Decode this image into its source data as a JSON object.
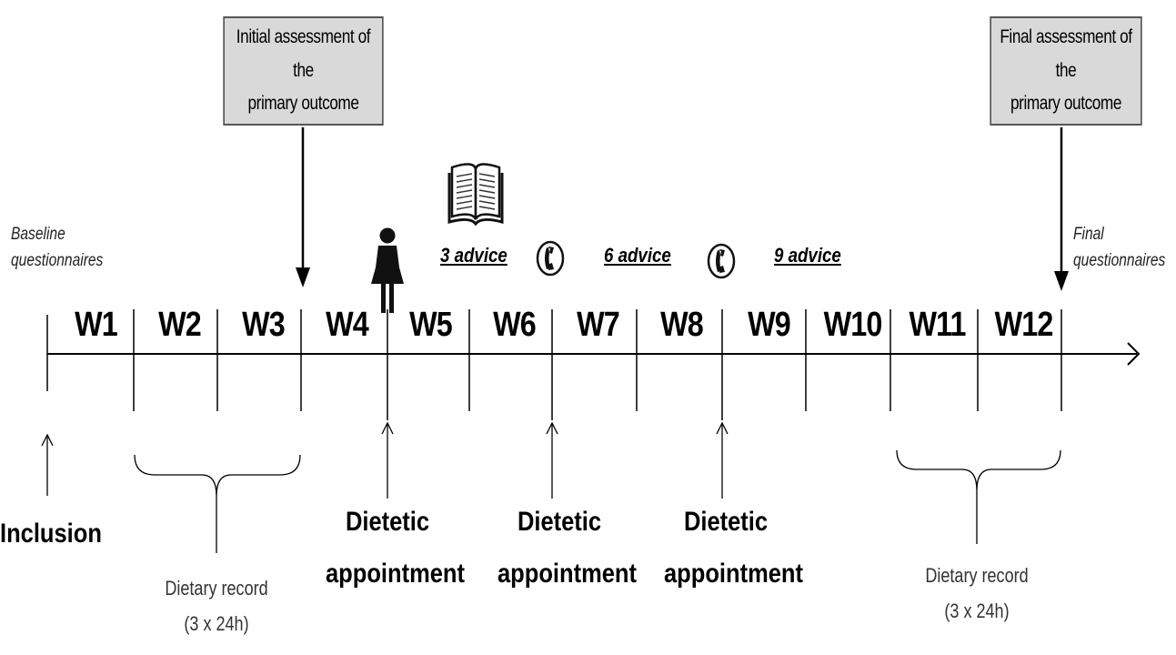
{
  "initial_box": {
    "line1": "Initial assessment of the",
    "line2": "primary outcome"
  },
  "final_box": {
    "line1": "Final assessment of the",
    "line2": "primary outcome"
  },
  "baseline": {
    "line1": "Baseline",
    "line2": "questionnaires"
  },
  "final_q": {
    "line1": "Final",
    "line2": "questionnaires"
  },
  "weeks": [
    "W1",
    "W2",
    "W3",
    "W4",
    "W5",
    "W6",
    "W7",
    "W8",
    "W9",
    "W10",
    "W11",
    "W12"
  ],
  "advice": [
    "3 advice",
    "6 advice",
    "9 advice"
  ],
  "inclusion": "Inclusion",
  "dietetic": [
    {
      "line1": "Dietetic",
      "line2": "appointment"
    },
    {
      "line1": "Dietetic",
      "line2": "appointment"
    },
    {
      "line1": "Dietetic",
      "line2": "appointment"
    }
  ],
  "records": [
    {
      "line1": "Dietary record",
      "line2": "(3 x 24h)"
    },
    {
      "line1": "Dietary record",
      "line2": "(3 x 24h)"
    }
  ],
  "icons": [
    "book-icon",
    "person-icon",
    "phone-icon",
    "phone-icon"
  ]
}
